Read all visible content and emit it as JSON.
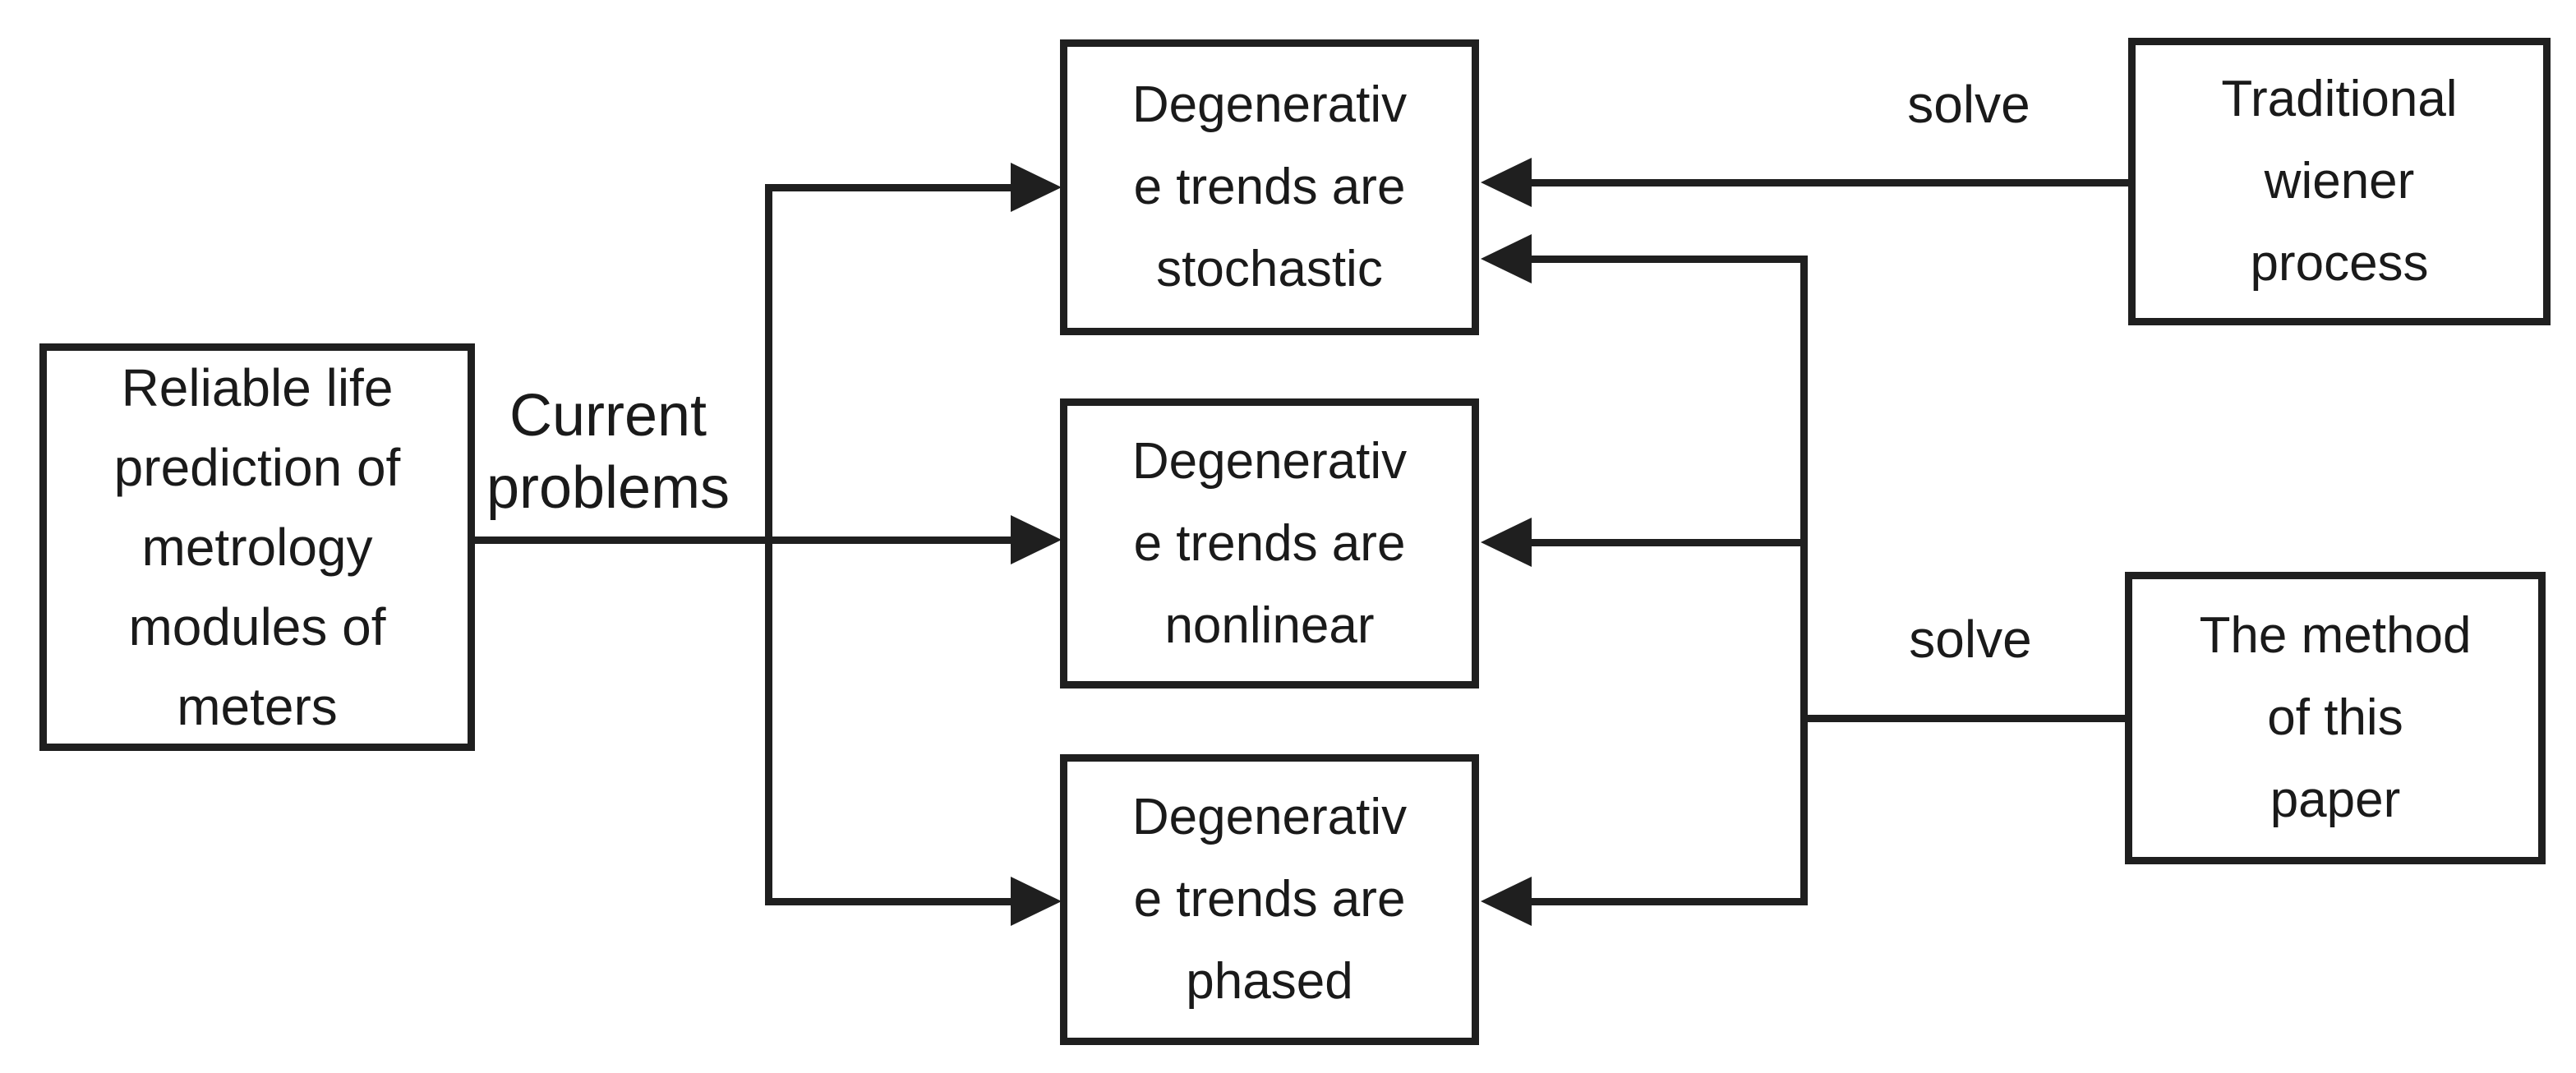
{
  "diagram": {
    "left_box": {
      "lines": [
        "Reliable life",
        "prediction of",
        "metrology",
        "modules of",
        "meters"
      ]
    },
    "problem_boxes": [
      {
        "id": "stochastic",
        "lines": [
          "Degenerativ",
          "e trends are",
          "stochastic"
        ]
      },
      {
        "id": "nonlinear",
        "lines": [
          "Degenerativ",
          "e trends are",
          "nonlinear"
        ]
      },
      {
        "id": "phased",
        "lines": [
          "Degenerativ",
          "e trends are",
          "phased"
        ]
      }
    ],
    "solution_boxes": [
      {
        "id": "wiener",
        "lines": [
          "Traditional",
          "wiener",
          "process"
        ]
      },
      {
        "id": "method",
        "lines": [
          "The method",
          "of this",
          "paper"
        ]
      }
    ],
    "labels": {
      "current_problems": {
        "lines": [
          "Current",
          "problems"
        ]
      },
      "solve_top": "solve",
      "solve_bottom": "solve"
    },
    "colors": {
      "line": "#1f1f1f",
      "text": "#1a1a1a",
      "background": "#ffffff"
    }
  }
}
